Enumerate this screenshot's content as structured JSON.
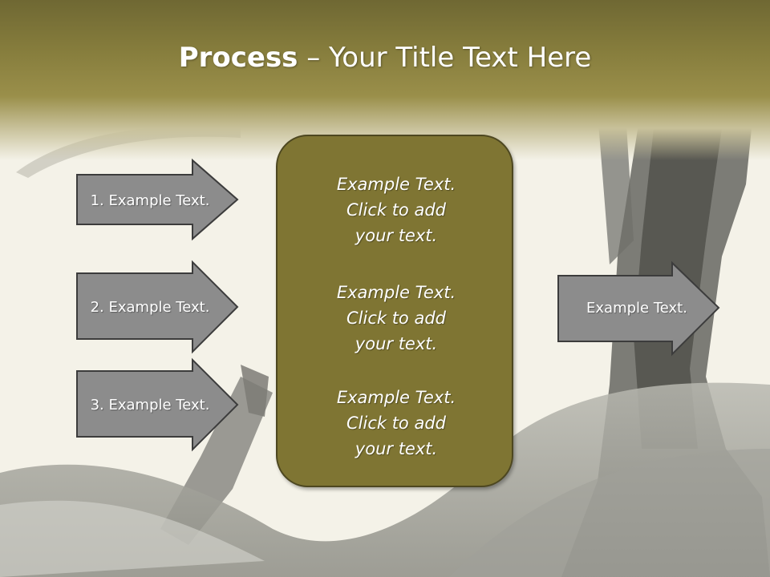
{
  "title": {
    "bold": "Process",
    "rest": " – Your Title Text Here"
  },
  "left_arrows": [
    {
      "label": "1. Example Text."
    },
    {
      "label": "2. Example Text."
    },
    {
      "label": "3. Example Text."
    }
  ],
  "center_box": {
    "blocks": [
      "Example Text.\nClick  to add\nyour text.",
      "Example Text.\nClick  to add\nyour text.",
      "Example Text.\nClick  to add\nyour text."
    ]
  },
  "right_arrow": {
    "label": "Example Text."
  },
  "colors": {
    "title_band": "#857c3c",
    "center_box": "#7f7533",
    "arrow_fill": "#8c8c8c",
    "arrow_stroke": "#3c3c3c"
  }
}
